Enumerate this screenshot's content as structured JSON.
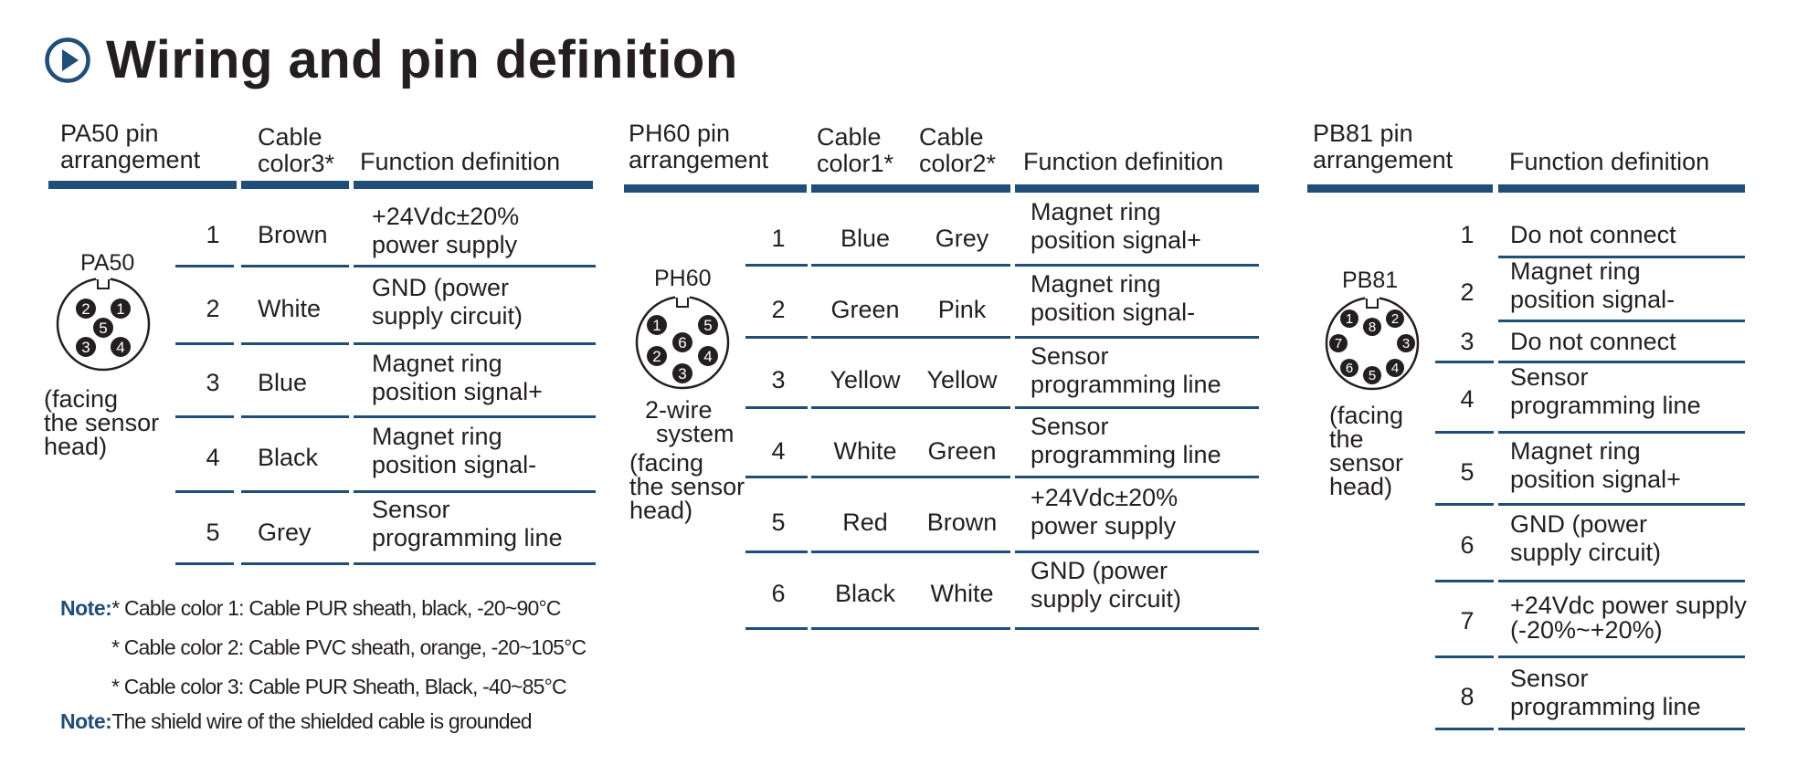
{
  "title": "Wiring and pin definition",
  "accent_color": "#1f4e79",
  "title_icon": "play-circle-icon",
  "pa50": {
    "header_pin_line1": "PA50 pin",
    "header_pin_line2": "arrangement",
    "header_cable_line1": "Cable",
    "header_cable_line2": "color3*",
    "header_func": "Function definition",
    "connector_name": "PA50",
    "connector_note": [
      "(facing",
      "the sensor",
      "head)"
    ],
    "rows": [
      {
        "pin": "1",
        "color": "Brown",
        "func": [
          "+24Vdc±20%",
          "power supply"
        ]
      },
      {
        "pin": "2",
        "color": "White",
        "func": [
          "GND (power",
          "supply circuit)"
        ]
      },
      {
        "pin": "3",
        "color": "Blue",
        "func": [
          "Magnet ring",
          "position signal+"
        ]
      },
      {
        "pin": "4",
        "color": "Black",
        "func": [
          "Magnet ring",
          "position signal-"
        ]
      },
      {
        "pin": "5",
        "color": "Grey",
        "func": [
          "Sensor",
          "programming line"
        ]
      }
    ]
  },
  "ph60": {
    "header_pin_line1": "PH60 pin",
    "header_pin_line2": "arrangement",
    "header_cable1_line1": "Cable",
    "header_cable1_line2": "color1*",
    "header_cable2_line1": "Cable",
    "header_cable2_line2": "color2*",
    "header_func": "Function definition",
    "connector_name": "PH60",
    "connector_system": [
      "2-wire",
      "system"
    ],
    "connector_note": [
      "(facing",
      "the sensor",
      "head)"
    ],
    "rows": [
      {
        "pin": "1",
        "color1": "Blue",
        "color2": "Grey",
        "func": [
          "Magnet ring",
          "position signal+"
        ]
      },
      {
        "pin": "2",
        "color1": "Green",
        "color2": "Pink",
        "func": [
          "Magnet ring",
          "position signal-"
        ]
      },
      {
        "pin": "3",
        "color1": "Yellow",
        "color2": "Yellow",
        "func": [
          "Sensor",
          "programming line"
        ]
      },
      {
        "pin": "4",
        "color1": "White",
        "color2": "Green",
        "func": [
          "Sensor",
          "programming line"
        ]
      },
      {
        "pin": "5",
        "color1": "Red",
        "color2": "Brown",
        "func": [
          "+24Vdc±20%",
          "power supply"
        ]
      },
      {
        "pin": "6",
        "color1": "Black",
        "color2": "White",
        "func": [
          "GND (power",
          "supply circuit)"
        ]
      }
    ]
  },
  "pb81": {
    "header_pin_line1": "PB81 pin",
    "header_pin_line2": "arrangement",
    "header_func": "Function definition",
    "connector_name": "PB81",
    "connector_note": [
      "(facing",
      "the",
      "sensor",
      "head)"
    ],
    "rows": [
      {
        "pin": "1",
        "func": [
          "Do not connect"
        ]
      },
      {
        "pin": "2",
        "func": [
          "Magnet ring",
          "position signal-"
        ]
      },
      {
        "pin": "3",
        "func": [
          "Do not connect"
        ]
      },
      {
        "pin": "4",
        "func": [
          "Sensor",
          "programming line"
        ]
      },
      {
        "pin": "5",
        "func": [
          "Magnet ring",
          "position signal+"
        ]
      },
      {
        "pin": "6",
        "func": [
          "GND (power",
          "supply circuit)"
        ]
      },
      {
        "pin": "7",
        "func": [
          "+24Vdc power supply",
          "(-20%~+20%)"
        ]
      },
      {
        "pin": "8",
        "func": [
          "Sensor",
          "programming line"
        ]
      }
    ]
  },
  "notes": {
    "label": "Note:",
    "line1": "* Cable color 1:  Cable PUR sheath, black, -20~90°C",
    "line2": "* Cable color 2:  Cable PVC sheath, orange, -20~105°C",
    "line3": "* Cable color 3:  Cable PUR Sheath, Black, -40~85°C",
    "label2": "Note:",
    "line4": "The shield wire of the shielded cable is grounded"
  }
}
